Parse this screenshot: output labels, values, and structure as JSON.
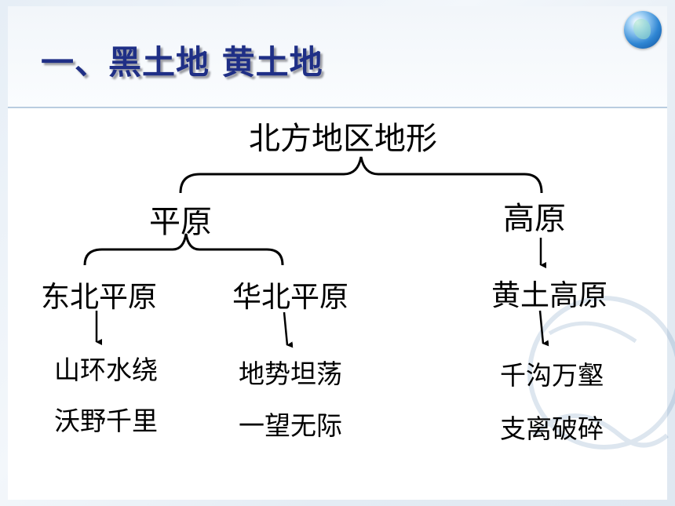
{
  "title": "一、黑土地 黄土地",
  "diagram": {
    "root": "北方地区地形",
    "branches": [
      {
        "label": "平原",
        "children": [
          {
            "label": "东北平原",
            "desc": [
              "山环水绕",
              "沃野千里"
            ]
          },
          {
            "label": "华北平原",
            "desc": [
              "地势坦荡",
              "一望无际"
            ]
          }
        ]
      },
      {
        "label": "高原",
        "children": [
          {
            "label": "黄土高原",
            "desc": [
              "千沟万壑",
              "支离破碎"
            ]
          }
        ]
      }
    ]
  },
  "colors": {
    "title": "#1f2f86",
    "divider": "#b9cde0",
    "lines": "#000000"
  },
  "icons": [
    "globe-icon"
  ]
}
